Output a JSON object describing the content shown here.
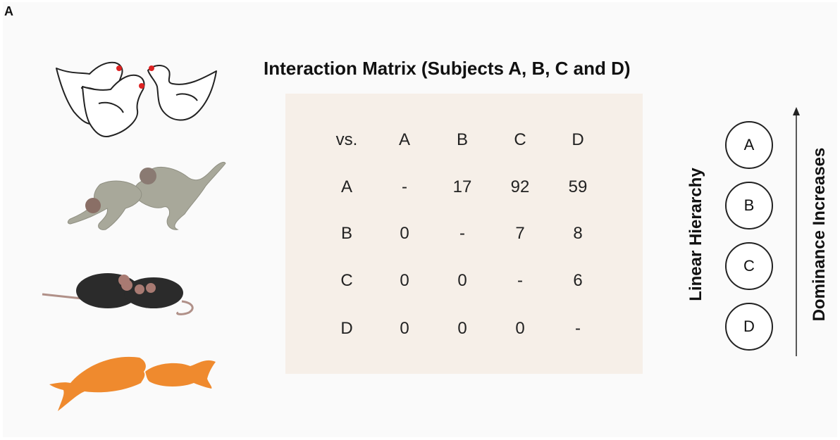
{
  "panel_label": "A",
  "matrix": {
    "title": "Interaction Matrix (Subjects A, B, C and D)",
    "corner": "vs.",
    "columns": [
      "A",
      "B",
      "C",
      "D"
    ],
    "rows": [
      {
        "label": "A",
        "cells": [
          "-",
          "17",
          "92",
          "59"
        ]
      },
      {
        "label": "B",
        "cells": [
          "0",
          "-",
          "7",
          "8"
        ]
      },
      {
        "label": "C",
        "cells": [
          "0",
          "0",
          "-",
          "6"
        ]
      },
      {
        "label": "D",
        "cells": [
          "0",
          "0",
          "0",
          "-"
        ]
      }
    ]
  },
  "hierarchy": {
    "label": "Linear Hierarchy",
    "nodes": [
      "A",
      "B",
      "C",
      "D"
    ],
    "arrow_label": "Dominance Increases"
  },
  "animals": [
    "chickens-icon",
    "monkeys-icon",
    "mice-icon",
    "fish-icon"
  ],
  "colors": {
    "matrix_bg": "#f6efe8",
    "monkey": "#a8a89a",
    "mouse": "#2b2b2b",
    "fish": "#ef8a2e"
  }
}
